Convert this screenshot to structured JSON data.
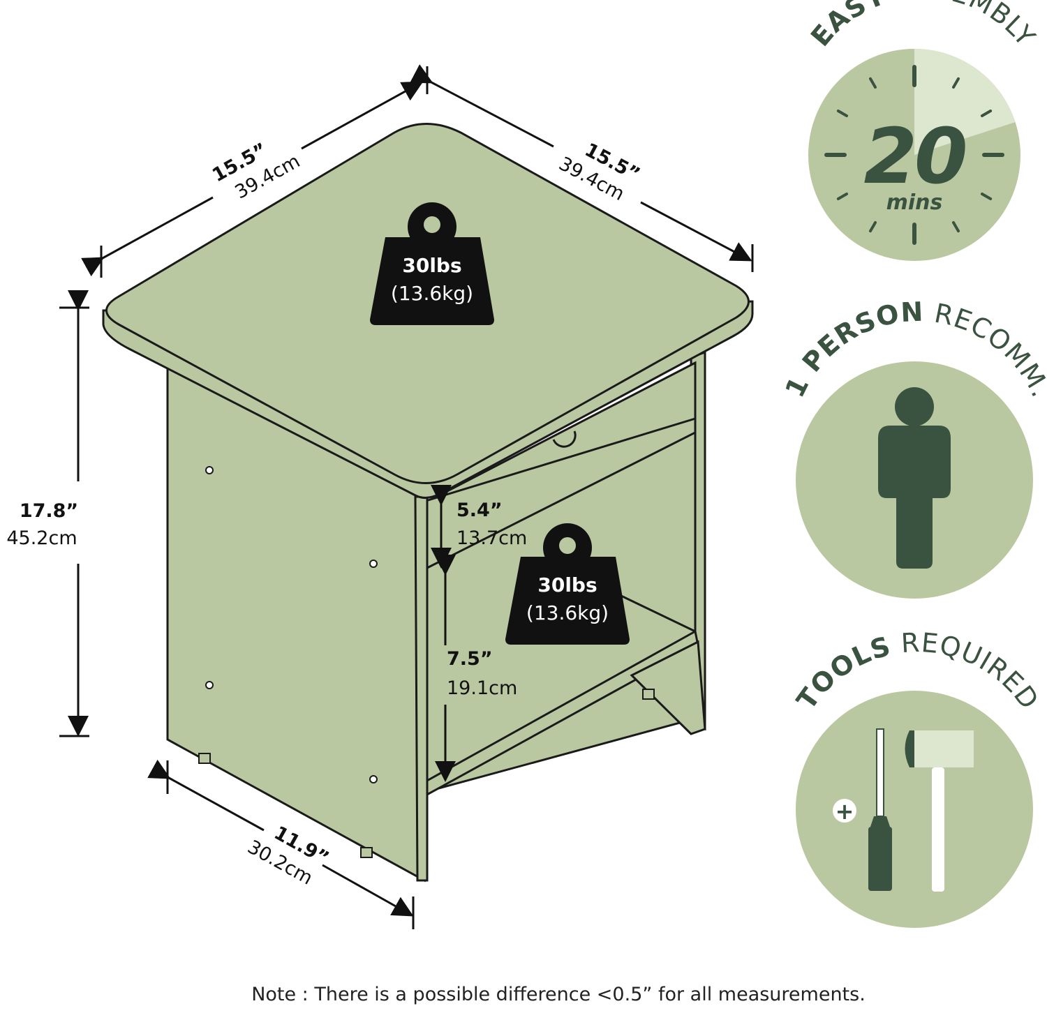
{
  "dimensions": {
    "top_left": {
      "in": "15.5”",
      "cm": "39.4cm"
    },
    "top_right": {
      "in": "15.5”",
      "cm": "39.4cm"
    },
    "height": {
      "in": "17.8”",
      "cm": "45.2cm"
    },
    "depth": {
      "in": "11.9”",
      "cm": "30.2cm"
    },
    "drawer_height": {
      "in": "5.4”",
      "cm": "13.7cm"
    },
    "shelf_height": {
      "in": "7.5”",
      "cm": "19.1cm"
    }
  },
  "weights": {
    "top": {
      "lbs": "30lbs",
      "kg": "(13.6kg)"
    },
    "shelf": {
      "lbs": "30lbs",
      "kg": "(13.6kg)"
    }
  },
  "badges": {
    "assembly": {
      "heading_bold": "EASY",
      "heading_light": "ASSEMBLY",
      "number": "20",
      "unit": "mins",
      "fill_fraction": 0.2
    },
    "people": {
      "heading_bold": "1 PERSON",
      "heading_light": "RECOMM."
    },
    "tools": {
      "heading_bold": "TOOLS",
      "heading_light": "REQUIRED",
      "plus": "+"
    }
  },
  "note": "Note : There is a possible difference <0.5” for all measurements.",
  "colors": {
    "wood": "#b9c8a0",
    "circle": "#b9c8a0",
    "circle_light": "#dde6cf",
    "dark_green": "#3a5340",
    "weight_badge": "#111111",
    "outline": "#1a1a1a"
  }
}
